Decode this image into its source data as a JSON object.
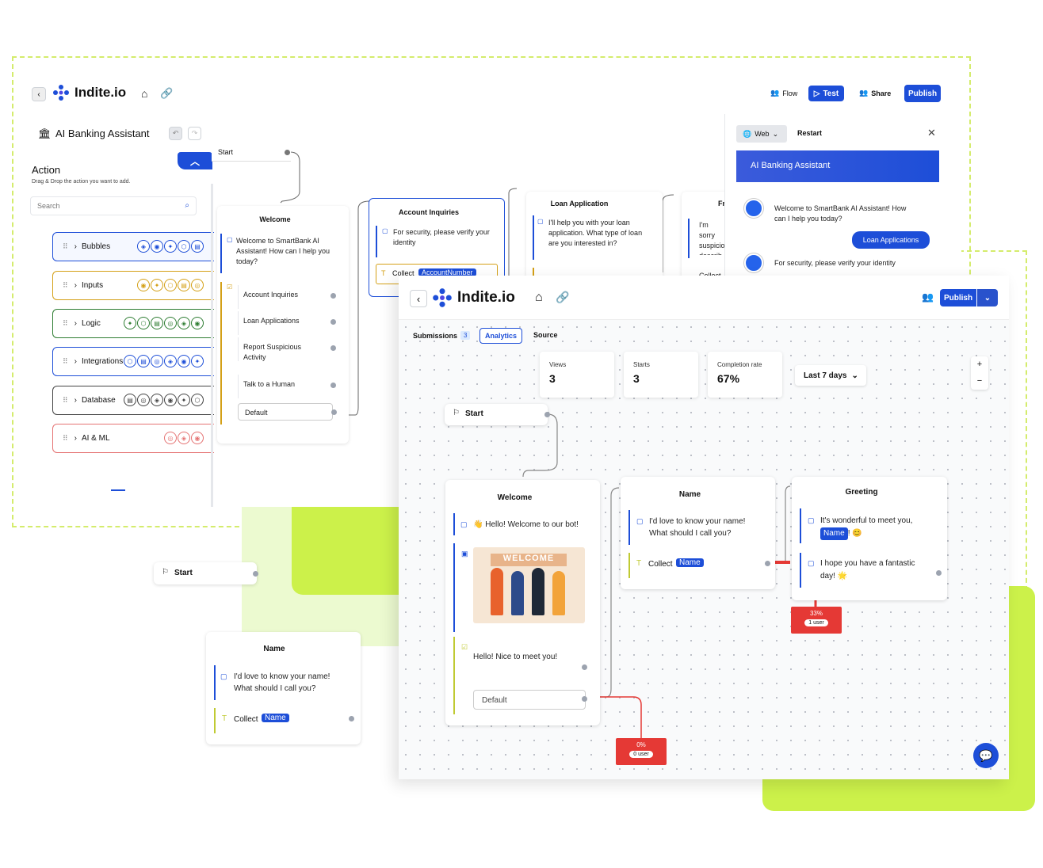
{
  "back_window": {
    "brand": "Indite.io",
    "header": {
      "flow_label": "Flow",
      "test_label": "Test",
      "share_label": "Share",
      "publish_label": "Publish"
    },
    "bot_name": "AI Banking Assistant",
    "sidebar": {
      "title": "Action",
      "hint": "Drag & Drop the action you want to add.",
      "search_placeholder": "Search",
      "groups": [
        {
          "label": "Bubbles",
          "color": "#1d4ed8"
        },
        {
          "label": "Inputs",
          "color": "#d4a017"
        },
        {
          "label": "Logic",
          "color": "#2e7d32"
        },
        {
          "label": "Integrations",
          "color": "#1d4ed8"
        },
        {
          "label": "Database",
          "color": "#444444"
        },
        {
          "label": "AI & ML",
          "color": "#e57373"
        }
      ]
    },
    "canvas": {
      "start_label": "Start",
      "welcome": {
        "title": "Welcome",
        "message": "Welcome to SmartBank AI Assistant! How can I help you today?",
        "choices": [
          "Account Inquiries",
          "Loan Applications",
          "Report Suspicious Activity",
          "Talk to a Human"
        ],
        "default_label": "Default"
      },
      "account": {
        "title": "Account Inquiries",
        "message": "For security, please verify your identity",
        "collect_label": "Collect",
        "collect_var": "AccountNumber"
      },
      "loan": {
        "title": "Loan Application",
        "message": "I'll help you with your loan application. What type of loan are you interested in?"
      },
      "partial": {
        "title": "Fr",
        "message": "I'm sorry suspicious describ",
        "collect_label": "Collect"
      }
    },
    "preview": {
      "web_label": "Web",
      "restart_label": "Restart",
      "header": "AI Banking Assistant",
      "bot_message": "Welcome to SmartBank AI Assistant! How can I help you today?",
      "user_reply": "Loan Applications",
      "bot_message_2": "For security, please verify your identity"
    }
  },
  "floating": {
    "start_label": "Start",
    "name_node": {
      "title": "Name",
      "message": "I'd love to know your name! What should I call you?",
      "collect_label": "Collect",
      "collect_var": "Name"
    }
  },
  "front_window": {
    "brand": "Indite.io",
    "publish_label": "Publish",
    "tabs": [
      {
        "label": "Submissions",
        "badge": "3"
      },
      {
        "label": "Analytics"
      },
      {
        "label": "Source"
      }
    ],
    "stats": [
      {
        "label": "Views",
        "value": "3"
      },
      {
        "label": "Starts",
        "value": "3"
      },
      {
        "label": "Completion rate",
        "value": "67%"
      }
    ],
    "range_label": "Last 7 days",
    "zoom_in": "+",
    "zoom_out": "−",
    "canvas": {
      "start_label": "Start",
      "welcome": {
        "title": "Welcome",
        "message": "👋 Hello! Welcome to our bot!",
        "image_text": "WELCOME",
        "choice": "Hello! Nice to meet you!",
        "default_label": "Default"
      },
      "name": {
        "title": "Name",
        "message": "I'd love to know your name! What should I call you?",
        "collect_label": "Collect",
        "collect_var": "Name"
      },
      "greeting": {
        "title": "Greeting",
        "message_pre": "It's wonderful to meet you,",
        "var": "Name",
        "message_post": "! 😊",
        "message_2": "I hope you have a fantastic day! 🌟"
      },
      "drop_greeting": {
        "percent": "33%",
        "users": "1 user"
      },
      "drop_welcome": {
        "percent": "0%",
        "users": "0 user"
      }
    }
  }
}
